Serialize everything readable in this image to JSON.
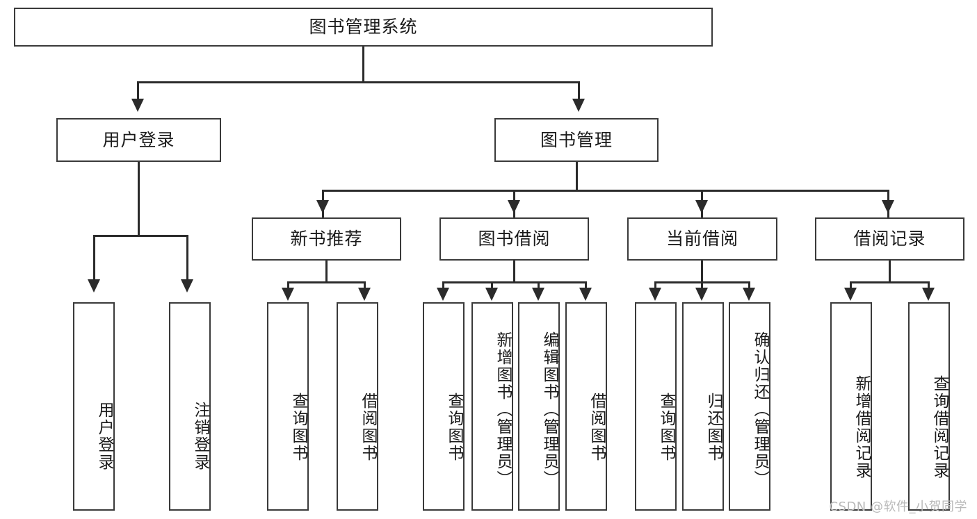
{
  "diagram": {
    "title_text": "图书管理系统",
    "type": "hierarchy-tree",
    "root": {
      "label": "图书管理系统"
    },
    "level2": [
      {
        "label": "用户登录"
      },
      {
        "label": "图书管理"
      }
    ],
    "level3": [
      {
        "label": "新书推荐"
      },
      {
        "label": "图书借阅"
      },
      {
        "label": "当前借阅"
      },
      {
        "label": "借阅记录"
      }
    ],
    "leaves": {
      "user_login": [
        {
          "label": "用户登录"
        },
        {
          "label": "注销登录"
        }
      ],
      "new_book_recommend": [
        {
          "label": "查询图书"
        },
        {
          "label": "借阅图书"
        }
      ],
      "book_borrow": [
        {
          "label": "查询图书"
        },
        {
          "label": "新增图书（管理员）"
        },
        {
          "label": "编辑图书（管理员）"
        },
        {
          "label": "借阅图书"
        }
      ],
      "current_borrow": [
        {
          "label": "查询图书"
        },
        {
          "label": "归还图书"
        },
        {
          "label": "确认归还（管理员）"
        }
      ],
      "borrow_record": [
        {
          "label": "新增借阅记录"
        },
        {
          "label": "查询借阅记录"
        }
      ]
    }
  },
  "watermark": {
    "text": "CSDN @软件_小贺同学"
  },
  "colors": {
    "border": "#3a3a3a",
    "line": "#2b2b2b",
    "text": "#1a1a1a",
    "background": "#ffffff",
    "watermark": "#b9b9b9"
  }
}
